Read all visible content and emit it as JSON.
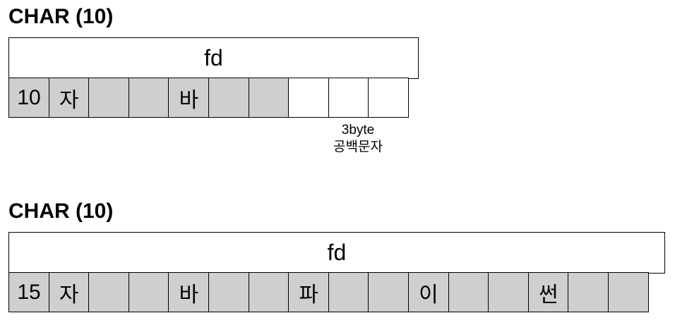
{
  "diagram1": {
    "title": "CHAR (10)",
    "header": "fd",
    "cells": [
      {
        "text": "10",
        "filled": true
      },
      {
        "text": "자",
        "filled": true
      },
      {
        "text": "",
        "filled": true
      },
      {
        "text": "",
        "filled": true
      },
      {
        "text": "바",
        "filled": true
      },
      {
        "text": "",
        "filled": true
      },
      {
        "text": "",
        "filled": true
      },
      {
        "text": "",
        "filled": false
      },
      {
        "text": "",
        "filled": false
      },
      {
        "text": "",
        "filled": false
      }
    ],
    "annotation": {
      "line1": "3byte",
      "line2": "공백문자"
    }
  },
  "diagram2": {
    "title": "CHAR (10)",
    "header": "fd",
    "cells": [
      {
        "text": "15",
        "filled": true
      },
      {
        "text": "자",
        "filled": true
      },
      {
        "text": "",
        "filled": true
      },
      {
        "text": "",
        "filled": true
      },
      {
        "text": "바",
        "filled": true
      },
      {
        "text": "",
        "filled": true
      },
      {
        "text": "",
        "filled": true
      },
      {
        "text": "파",
        "filled": true
      },
      {
        "text": "",
        "filled": true
      },
      {
        "text": "",
        "filled": true
      },
      {
        "text": "이",
        "filled": true
      },
      {
        "text": "",
        "filled": true
      },
      {
        "text": "",
        "filled": true
      },
      {
        "text": "썬",
        "filled": true
      },
      {
        "text": "",
        "filled": true
      },
      {
        "text": "",
        "filled": true
      }
    ]
  }
}
